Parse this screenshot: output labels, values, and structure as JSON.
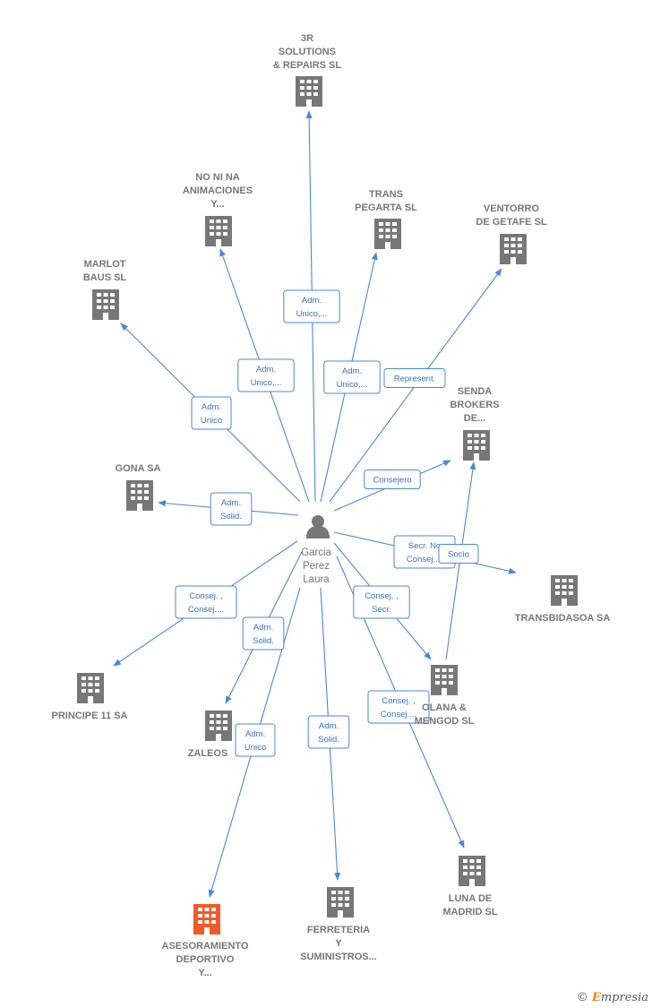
{
  "person": {
    "label": [
      "Garcia",
      "Perez",
      "Laura"
    ]
  },
  "brand": {
    "copyright": "©",
    "e": "E",
    "rest": "mpresia"
  },
  "companies": [
    {
      "id": "3r",
      "label": [
        "3R",
        "SOLUTIONS",
        "& REPAIRS  SL"
      ],
      "highlight": false
    },
    {
      "id": "noni",
      "label": [
        "NO NI NA",
        "ANIMACIONES",
        "Y..."
      ],
      "highlight": false
    },
    {
      "id": "trans",
      "label": [
        "TRANS",
        "PEGARTA  SL"
      ],
      "highlight": false
    },
    {
      "id": "ventorro",
      "label": [
        "VENTORRO",
        "DE GETAFE  SL"
      ],
      "highlight": false
    },
    {
      "id": "marlot",
      "label": [
        "MARLOT",
        "BAUS  SL"
      ],
      "highlight": false
    },
    {
      "id": "senda",
      "label": [
        "SENDA",
        "BROKERS",
        "DE..."
      ],
      "highlight": false
    },
    {
      "id": "gona",
      "label": [
        "GONA SA"
      ],
      "highlight": false
    },
    {
      "id": "transbidasoa",
      "label": [
        "TRANSBIDASOA SA"
      ],
      "highlight": false
    },
    {
      "id": "principe",
      "label": [
        "PRINCIPE 11 SA"
      ],
      "highlight": false
    },
    {
      "id": "zaleos",
      "label": [
        "ZALEOS"
      ],
      "highlight": false
    },
    {
      "id": "olana",
      "label": [
        "OLANA &",
        "MENGOD SL"
      ],
      "highlight": false
    },
    {
      "id": "luna",
      "label": [
        "LUNA DE",
        "MADRID SL"
      ],
      "highlight": false
    },
    {
      "id": "asesoramiento",
      "label": [
        "ASESORAMIENTO",
        "DEPORTIVO",
        "Y..."
      ],
      "highlight": true
    },
    {
      "id": "ferreteria",
      "label": [
        "FERRETERIA",
        "Y",
        "SUMINISTROS..."
      ],
      "highlight": false
    }
  ],
  "relations": [
    {
      "target": "3r",
      "label": [
        "Adm.",
        "Unico,..."
      ]
    },
    {
      "target": "noni",
      "label": [
        "Adm.",
        "Unico,..."
      ]
    },
    {
      "target": "trans",
      "label": [
        "Adm.",
        "Unico,..."
      ]
    },
    {
      "target": "ventorro",
      "label": [
        "Represent."
      ]
    },
    {
      "target": "marlot",
      "label": [
        "Adm.",
        "Unico"
      ]
    },
    {
      "target": "senda",
      "label": [
        "Consejero"
      ]
    },
    {
      "target": "gona",
      "label": [
        "Adm.",
        "Solid."
      ]
    },
    {
      "target": "transbidasoa",
      "label": [
        "Secr.  No",
        "Consej...."
      ]
    },
    {
      "target": "principe",
      "label": [
        "Consej. ,",
        "Consej...."
      ]
    },
    {
      "target": "zaleos",
      "label": [
        "Adm.",
        "Solid."
      ]
    },
    {
      "target": "olana",
      "label": [
        "Consej. ,",
        "Secr."
      ]
    },
    {
      "target": "luna",
      "label": [
        "Consej. ,",
        "Consej...."
      ]
    },
    {
      "target": "asesoramiento",
      "label": [
        "Adm.",
        "Unico"
      ]
    },
    {
      "target": "ferreteria",
      "label": [
        "Adm.",
        "Solid."
      ]
    },
    {
      "target": "olana_senda",
      "label": [
        "Socio"
      ]
    }
  ],
  "colors": {
    "edge": "#4a88d6",
    "building": "#777777",
    "highlight": "#f05a28"
  }
}
